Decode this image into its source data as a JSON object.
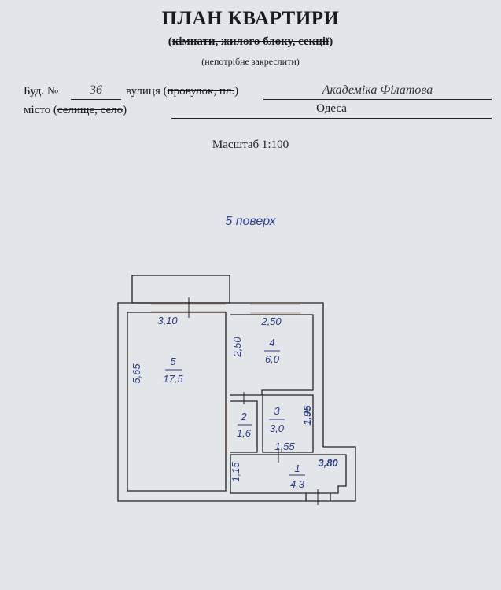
{
  "header": {
    "title": "ПЛАН КВАРТИРИ",
    "subtitle_open": "(",
    "subtitle_struck": "кімнати, жилого блоку, секції",
    "subtitle_close": ")",
    "note": "(непотрібне закреслити)"
  },
  "address": {
    "building_label": "Буд. №",
    "building_number": "36",
    "street_label": "вулиця (",
    "street_struck": "провулок, пл.",
    "street_close": ")",
    "street_value": "Академіка Філатова",
    "city_label": "місто (",
    "city_struck": "селище, село",
    "city_close": ")",
    "city_value": "Одеса"
  },
  "scale": "Масштаб 1:100",
  "floor": "5 поверх",
  "plan": {
    "rooms": [
      {
        "number": "5",
        "area": "17,5"
      },
      {
        "number": "4",
        "area": "6,0"
      },
      {
        "number": "3",
        "area": "3,0"
      },
      {
        "number": "2",
        "area": "1,6"
      },
      {
        "number": "1",
        "area": "4,3"
      }
    ],
    "dimensions": [
      "3,10",
      "5,65",
      "2,50",
      "2,50",
      "1,95",
      "1,55",
      "1,15",
      "3,80"
    ],
    "colors": {
      "wall": "#222222",
      "text": "#2b3a86",
      "window": "#c89a8a"
    }
  }
}
